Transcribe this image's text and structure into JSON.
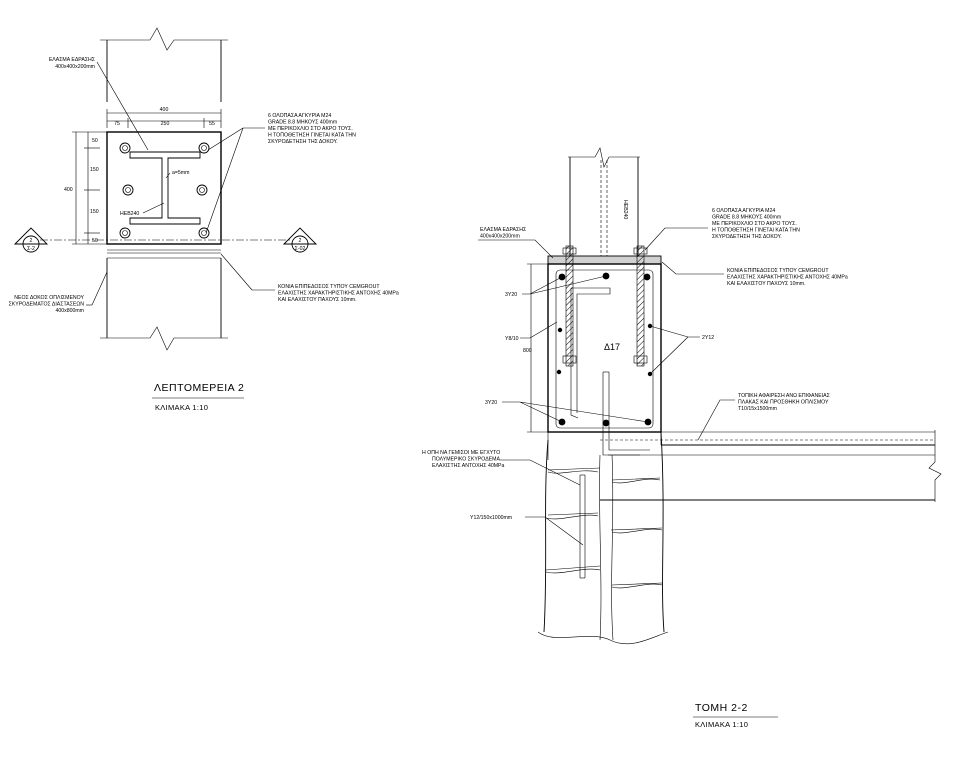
{
  "detail": {
    "title": "ΛΕΠΤΟΜΕΡΕΙΑ 2",
    "scale": "ΚΛΙΜΑΚΑ   1:10",
    "plate_note": [
      "ΕΛΑΣΜΑ ΕΔΡΑΣΗΣ",
      "400x400x200mm"
    ],
    "anchors_note": [
      "6 ΟΛΟΠΑΣΑ ΑΓΚΥΡΙΑ M24",
      "GRADE 8.8 ΜΗΚΟΥΣ 400mm",
      "ΜΕ ΠΕΡΙΚΟΧΛΙΟ ΣΤΟ ΑΚΡΟ ΤΟΥΣ.",
      "Η ΤΟΠΟΘΕΤΗΣΗ ΓΙΝΕΤΑΙ ΚΑΤΑ ΤΗΝ",
      "ΣΚΥΡΟΔΕΤΗΣΗ ΤΗΣ ΔΟΚΟΥ."
    ],
    "grout_note": [
      "ΚΟΝΙΑ ΕΠΙΠΕΔΟΣΟΣ ΤΥΠΟΥ CEMGROUT",
      "ΕΛΑΧΙΣΤΗΣ ΧΑΡΑΚΤΗΡΙΣΤΙΚΗΣ ΑΝΤΟΧΗΣ 40MPa",
      "ΚΑΙ ΕΛΑΧΙΣΤΟΥ ΠΑΧΟΥΣ 10mm."
    ],
    "beam_note": [
      "ΝΕΟΣ ΔΟΚΟΣ ΟΠΛΙΣΜΕΝΟΥ",
      "ΣΚΥΡΟΔΕΜΑΤΟΣ ΔΙΑΣΤΑΣΕΩΝ",
      "400x800mm"
    ],
    "section_label": "HEB240",
    "weld_label": "a=5mm",
    "dims_top": {
      "total": "400",
      "left": "75",
      "mid": "250",
      "right": "55"
    },
    "dims_left": {
      "total": "400",
      "a": "50",
      "b": "150",
      "c": "150",
      "d": "50"
    },
    "markers": [
      {
        "num": "2",
        "ref": "Σ-2"
      },
      {
        "num": "2",
        "ref": "Σ-02"
      }
    ]
  },
  "section": {
    "title": "ΤΟΜΗ  2-2",
    "scale": "ΚΛΙΜΑΚΑ   1:10",
    "column_label": "HEB240",
    "plate_note": [
      "ΕΛΑΣΜΑ ΕΔΡΑΣΗΣ",
      "400x400x200mm"
    ],
    "anchors_note": [
      "6 ΟΛΟΠΑΣΑ ΑΓΚΥΡΙΑ M24",
      "GRADE 8.8 ΜΗΚΟΥΣ 400mm",
      "ΜΕ ΠΕΡΙΚΟΧΛΙΟ ΣΤΟ ΑΚΡΟ ΤΟΥΣ.",
      "Η ΤΟΠΟΘΕΤΗΣΗ ΓΙΝΕΤΑΙ ΚΑΤΑ ΤΗΝ",
      "ΣΚΥΡΟΔΕΤΗΣΗ ΤΗΣ ΔΟΚΟΥ."
    ],
    "grout_note": [
      "ΚΟΝΙΑ ΕΠΙΠΕΔΟΣΟΣ ΤΥΠΟΥ CEMGROUT",
      "ΕΛΑΧΙΣΤΗΣ ΧΑΡΑΚΤΗΡΙΣΤΙΚΗΣ ΑΝΤΟΧΗΣ 40MPa",
      "ΚΑΙ ΕΛΑΧΙΣΤΟΥ ΠΑΧΟΥΣ 10mm."
    ],
    "top_bars": "3Y20",
    "stirrups": "Y8/10",
    "height": "800",
    "beam_id": "Δ17",
    "side_bars": "2Y12",
    "bottom_bars": "3Y20",
    "slab_note": [
      "ΤΟΠΙΚΗ ΑΦΑΙΡΕΣΗ ΑΝΩ ΕΠΙΦΑΝΕΙΑΣ",
      "ΠΛΑΚΑΣ ΚΑΙ ΠΡΟΣΘΗΚΗ ΟΠΛΙΣΜΟΥ",
      "Τ10/15x1500mm"
    ],
    "hole_note": [
      "Η ΟΠΗ ΝΑ ΓΕΜΙΣΟΙ ΜΕ ΕΓΧΥΤΟ",
      "ΠΟΛΥΜΕΡΙΚΟ ΣΚΥΡΟΔΕΜΑ",
      "ΕΛΑΧΙΣΤΗΣ ΑΝΤΟΧΗΣ 40MPa"
    ],
    "dowel_note": "Y12/150x1000mm"
  }
}
